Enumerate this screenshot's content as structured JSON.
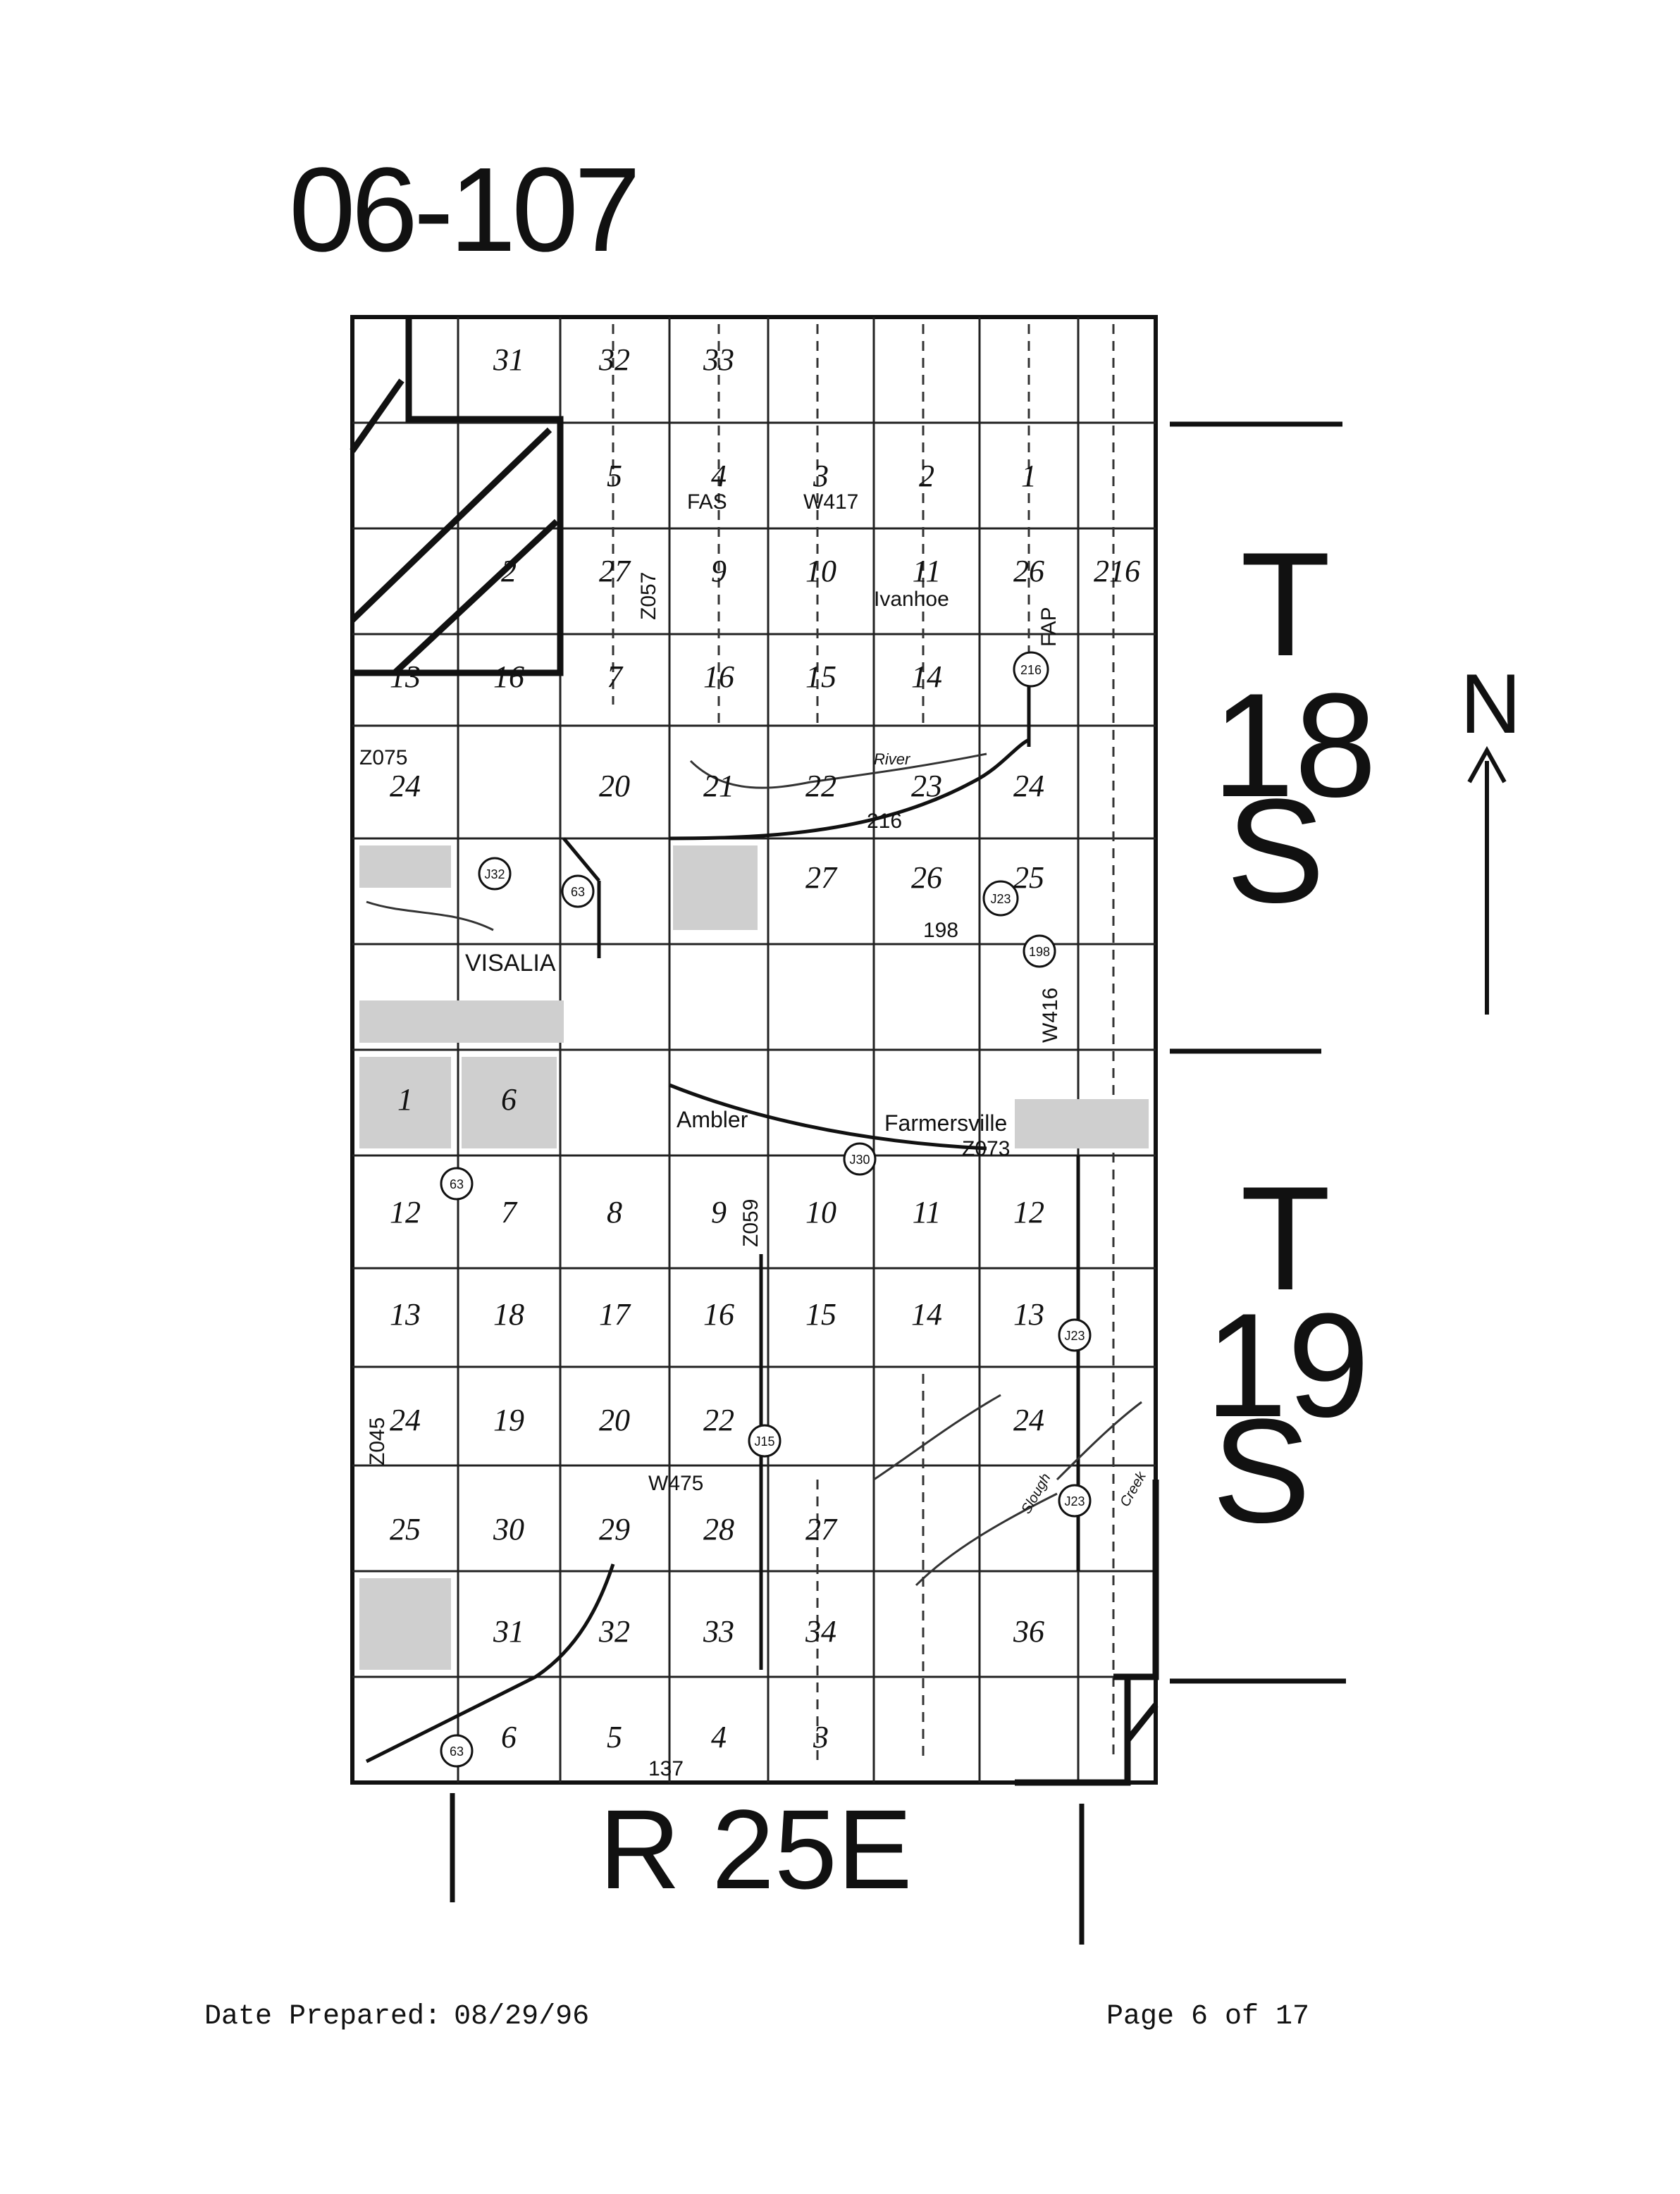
{
  "document_id": "06-107",
  "map": {
    "townships": [
      {
        "t": "T",
        "num": "18",
        "dir": "S"
      },
      {
        "t": "T",
        "num": "19",
        "dir": "S"
      }
    ],
    "range": "R 25E",
    "north_label": "N",
    "places": [
      "VISALIA",
      "Ivanhoe",
      "Ambler",
      "Farmersville"
    ],
    "features": [
      "River",
      "Slough",
      "Creek"
    ],
    "route_labels": [
      "FAS",
      "FAP",
      "W417",
      "W416",
      "W475",
      "Z057",
      "Z059",
      "Z075",
      "Z045",
      "Z073",
      "198",
      "137",
      "216"
    ],
    "shields": [
      "216",
      "63",
      "J32",
      "J23",
      "198",
      "J30",
      "J15",
      "J23",
      "J23",
      "63"
    ],
    "sections_t18": [
      "31",
      "32",
      "33",
      "5",
      "4",
      "3",
      "2",
      "1",
      "2",
      "27",
      "9",
      "10",
      "11",
      "26",
      "216",
      "13",
      "16",
      "7",
      "16",
      "15",
      "14",
      "24",
      "20",
      "21",
      "22",
      "23",
      "24",
      "27",
      "26",
      "25"
    ],
    "sections_t19": [
      "1",
      "6",
      "12",
      "7",
      "8",
      "9",
      "10",
      "11",
      "12",
      "13",
      "18",
      "17",
      "16",
      "15",
      "14",
      "13",
      "24",
      "19",
      "20",
      "22",
      "24",
      "25",
      "30",
      "29",
      "28",
      "27",
      "31",
      "32",
      "33",
      "34",
      "36",
      "6",
      "5",
      "4",
      "3"
    ]
  },
  "footer": {
    "date_label": "Date Prepared:",
    "date_value": "08/29/96",
    "page_label": "Page 6 of 17"
  }
}
